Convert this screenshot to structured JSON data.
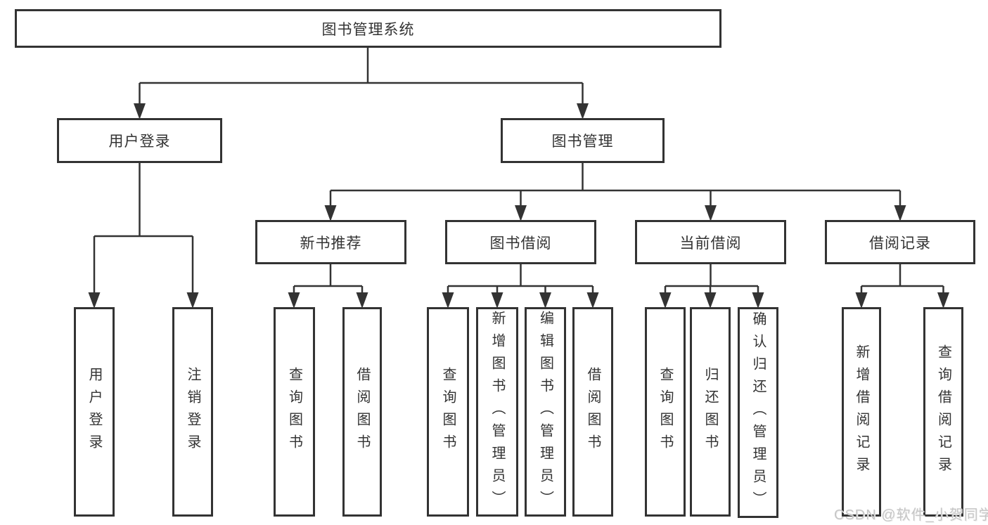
{
  "tree": {
    "root": "图书管理系统",
    "children": [
      {
        "label": "用户登录",
        "children": [
          {
            "label": "用户登录"
          },
          {
            "label": "注销登录"
          }
        ]
      },
      {
        "label": "图书管理",
        "children": [
          {
            "label": "新书推荐",
            "children": [
              {
                "label": "查询图书"
              },
              {
                "label": "借阅图书"
              }
            ]
          },
          {
            "label": "图书借阅",
            "children": [
              {
                "label": "查询图书"
              },
              {
                "label": "新增图书（管理员）"
              },
              {
                "label": "编辑图书（管理员）"
              },
              {
                "label": "借阅图书"
              }
            ]
          },
          {
            "label": "当前借阅",
            "children": [
              {
                "label": "查询图书"
              },
              {
                "label": "归还图书"
              },
              {
                "label": "确认归还（管理员）"
              }
            ]
          },
          {
            "label": "借阅记录",
            "children": [
              {
                "label": "新增借阅记录"
              },
              {
                "label": "查询借阅记录"
              }
            ]
          }
        ]
      }
    ]
  },
  "watermark": "CSDN @软件_小贺同学",
  "colors": {
    "line": "#333333",
    "text": "#333333",
    "box_border": "#333333",
    "background": "#ffffff",
    "watermark": "#c6c6c6"
  }
}
